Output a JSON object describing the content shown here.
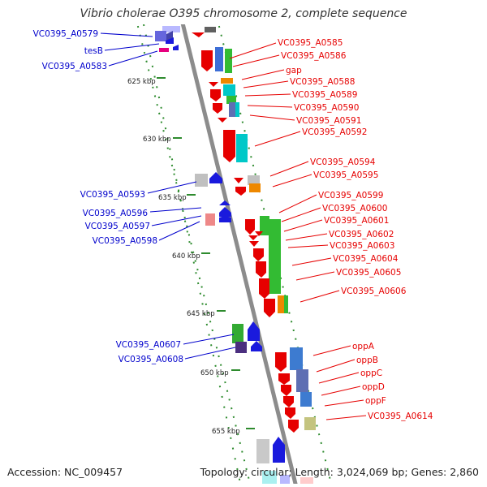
{
  "title": "Vibrio cholerae O395 chromosome 2, complete sequence",
  "footer": {
    "accession": "Accession: NC_009457",
    "stats": "Topology: circular; Length: 3,024,069 bp; Genes: 2,860"
  },
  "colors": {
    "left_label": "#0000cc",
    "right_label": "#e60000",
    "backbone": "#8c8c8c",
    "ruler": "#2e8b2e"
  },
  "ruler_ticks": [
    {
      "label": "625 kbp",
      "at": 625
    },
    {
      "label": "630 kbp",
      "at": 630
    },
    {
      "label": "635 kbp",
      "at": 635
    },
    {
      "label": "640 kbp",
      "at": 640
    },
    {
      "label": "645 kbp",
      "at": 645
    },
    {
      "label": "650 kbp",
      "at": 650
    },
    {
      "label": "655 kbp",
      "at": 655
    }
  ],
  "labels_left": [
    "VC0395_A0579",
    "tesB",
    "VC0395_A0583",
    "VC0395_A0593",
    "VC0395_A0596",
    "VC0395_A0597",
    "VC0395_A0598",
    "VC0395_A0607",
    "VC0395_A0608"
  ],
  "labels_right": [
    "VC0395_A0585",
    "VC0395_A0586",
    "gap",
    "VC0395_A0588",
    "VC0395_A0589",
    "VC0395_A0590",
    "VC0395_A0591",
    "VC0395_A0592",
    "VC0395_A0594",
    "VC0395_A0595",
    "VC0395_A0599",
    "VC0395_A0600",
    "VC0395_A0601",
    "VC0395_A0602",
    "VC0395_A0603",
    "VC0395_A0604",
    "VC0395_A0605",
    "VC0395_A0606",
    "oppA",
    "oppB",
    "oppC",
    "oppD",
    "oppF",
    "VC0395_A0614"
  ]
}
